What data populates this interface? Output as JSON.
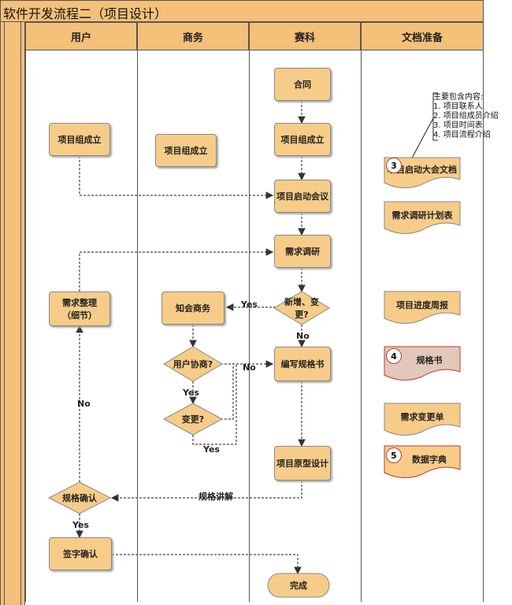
{
  "title": "软件开发流程二（项目设计）",
  "lanes": [
    "用户",
    "商务",
    "赛科",
    "文档准备"
  ],
  "nodes": {
    "contract": "合同",
    "team_user": "项目组成立",
    "team_biz": "项目组成立",
    "team_saike": "项目组成立",
    "kickoff": "项目启动会议",
    "research": "需求调研",
    "req_organize": "需求整理\n（细节）",
    "notify_biz": "知会商务",
    "new_change": "新增、变\n更?",
    "user_negotiate": "用户协商?",
    "change": "变更?",
    "write_spec": "编写规格书",
    "prototype": "项目原型设计",
    "spec_confirm": "规格确认",
    "sign_confirm": "签字确认",
    "done": "完成"
  },
  "docs": {
    "kickoff_doc": "项目启动大会文档",
    "research_plan": "需求调研计划表",
    "progress_weekly": "项目进度周报",
    "spec_book": "规格书",
    "change_list": "需求变更单",
    "data_dict": "数据字典"
  },
  "badges": {
    "kickoff_doc": "3",
    "spec_book": "4",
    "data_dict": "5"
  },
  "note": {
    "heading": "主要包含内容:",
    "items": [
      "1.  项目联系人",
      "2.  项目组成员介绍",
      "3.  项目时间表",
      "4.  项目流程介绍"
    ]
  },
  "edge_labels": {
    "yes1": "Yes",
    "no1": "No",
    "no2": "No",
    "yes2": "Yes",
    "yes3": "Yes",
    "no3": "No",
    "spec_explain": "规格讲解",
    "yes4": "Yes"
  }
}
